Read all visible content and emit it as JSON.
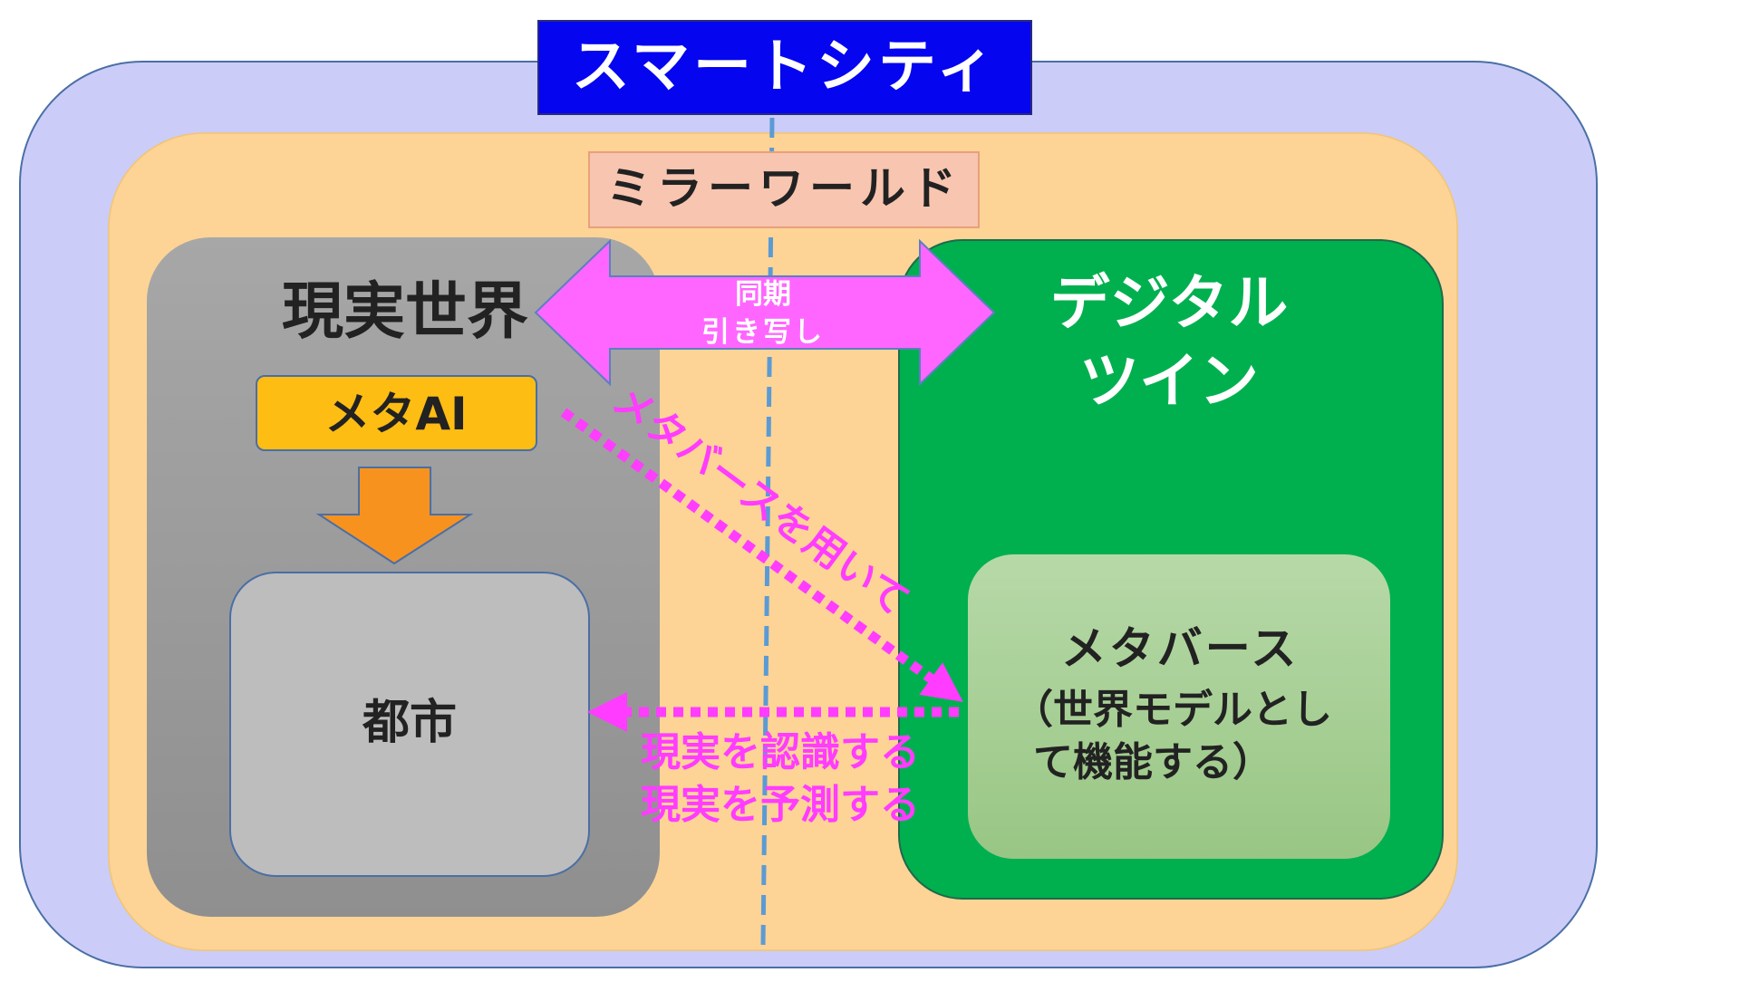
{
  "title": "スマートシティ",
  "mirror_world": "ミラーワールド",
  "real_world": "現実世界",
  "meta_ai": "メタAI",
  "city": "都市",
  "digital_twin": [
    "デジタル",
    "ツイン"
  ],
  "sync_label": [
    "同期",
    "引き写し"
  ],
  "metaverse": {
    "title": "メタバース",
    "desc": [
      "（世界モデルとし",
      "て機能する）"
    ]
  },
  "diagonal_label": "メタバースを用いて",
  "bottom_labels": [
    "現実を認識する",
    "現実を予測する"
  ],
  "colors": {
    "outer_region": "#ccccf8",
    "mirror_region": "#fdd496",
    "title_box": "#0505f0",
    "mirror_label_box": "#f7c5b0",
    "real_world_box": "#9a9a9a",
    "meta_ai_box": "#fdbd12",
    "down_arrow": "#f8921e",
    "city_box": "#bdbdbd",
    "digital_twin_box": "#00b04f",
    "metaverse_box": "#a4cf8f",
    "magenta": "#ff3cff",
    "sync_arrow": "#ff66ff",
    "divider": "#5b9bd5"
  }
}
